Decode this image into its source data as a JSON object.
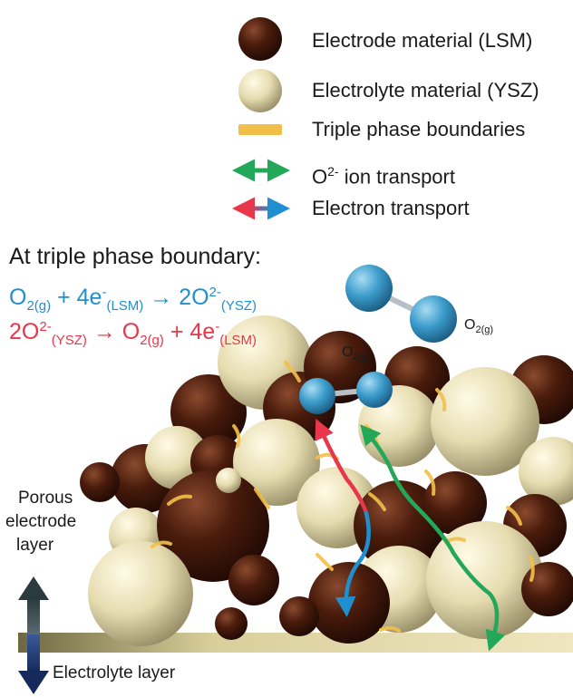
{
  "legend": [
    {
      "label": "Electrode material (LSM)",
      "symbol": "lsm-sphere"
    },
    {
      "label": "Electrolyte material (YSZ)",
      "symbol": "ysz-sphere"
    },
    {
      "label": "Triple phase boundaries",
      "symbol": "tpb-bar"
    },
    {
      "label_main": "O",
      "label_sup": "2-",
      "label_rest": " ion transport",
      "symbol": "green-double-arrow"
    },
    {
      "label": "Electron transport",
      "symbol": "red-blue-double-arrow"
    }
  ],
  "heading": "At triple phase boundary:",
  "equation_reduction": {
    "p1": "O",
    "s1": "2(g)",
    "p2": " + 4e",
    "s2a": "-",
    "s2b": "(LSM)",
    "p3": " → 2O",
    "s3a": "2-",
    "s3b": "(YSZ)"
  },
  "equation_oxidation": {
    "p1": "2O",
    "s1a": "2-",
    "s1b": "(YSZ)",
    "p2": " → O",
    "s2": "2(g)",
    "p3": " + 4e",
    "s3a": "-",
    "s3b": "(LSM)"
  },
  "o2_label_main": "O",
  "o2_label_sub": "2(g)",
  "side_labels": {
    "porous_line1": "Porous",
    "porous_line2": "electrode",
    "porous_line3": "layer",
    "electrolyte": "Electrolyte layer"
  },
  "colors": {
    "lsm": "#4a1c0c",
    "ysz": "#e6dcb0",
    "tpb": "#f2c04a",
    "ion": "#23a85a",
    "electron_red": "#e8364a",
    "electron_blue": "#1f8fd0",
    "o2_molecule": "#3b9ccb",
    "arrow_dark": "#37474a",
    "arrow_navy": "#1e3c78"
  }
}
